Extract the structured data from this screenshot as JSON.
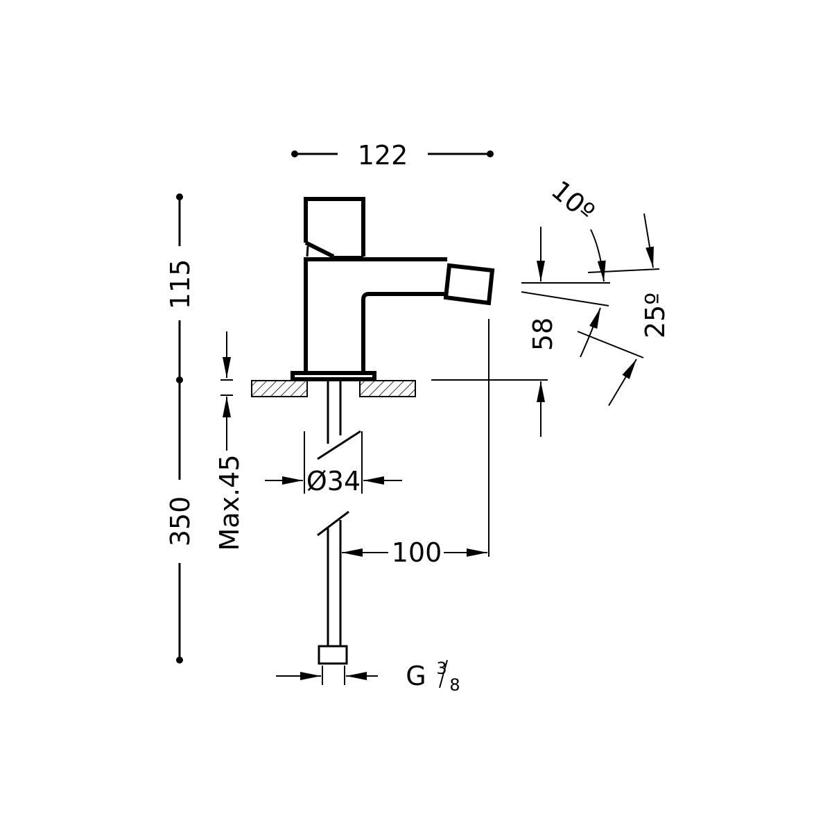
{
  "title": "Bidet mixer technical drawing",
  "dimensions": {
    "width_total": "122",
    "height_above_deck": "115",
    "hose_length": "350",
    "max_deck_thickness": "Max.45",
    "hole_diameter": "Ø34",
    "spout_reach": "100",
    "spout_height": "58",
    "angle_upper": "10º",
    "angle_lower": "25º",
    "connection_thread": "G",
    "connection_fraction_num": "3",
    "connection_fraction_den": "8"
  },
  "colors": {
    "line": "#000000",
    "background": "#ffffff"
  }
}
